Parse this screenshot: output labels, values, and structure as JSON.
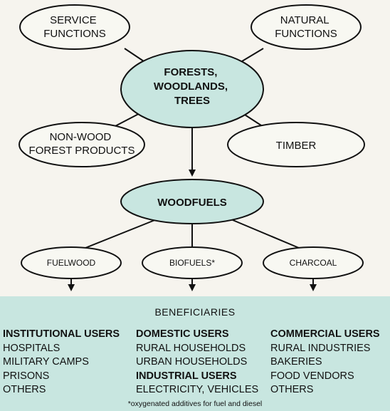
{
  "nodes": {
    "service_functions": [
      "SERVICE",
      "FUNCTIONS"
    ],
    "natural_functions": [
      "NATURAL",
      "FUNCTIONS"
    ],
    "forests": [
      "FORESTS,",
      "WOODLANDS,",
      "TREES"
    ],
    "non_wood": [
      "NON-WOOD",
      "FOREST PRODUCTS"
    ],
    "timber": [
      "TIMBER"
    ],
    "woodfuels": [
      "WOODFUELS"
    ],
    "fuelwood": [
      "FUELWOOD"
    ],
    "biofuels": [
      "BIOFUELS*"
    ],
    "charcoal": [
      "CHARCOAL"
    ]
  },
  "colors": {
    "white_node": "#f8f8f2",
    "teal_node": "#c8e6e0",
    "stroke": "#111111",
    "panel": "#c8e6e0"
  },
  "beneficiaries": {
    "title": "BENEFICIARIES",
    "institutional": {
      "heading": "INSTITUTIONAL USERS",
      "items": [
        "HOSPITALS",
        "MILITARY CAMPS",
        "PRISONS",
        "OTHERS"
      ]
    },
    "domestic": {
      "heading": "DOMESTIC USERS",
      "items": [
        "RURAL HOUSEHOLDS",
        "URBAN HOUSEHOLDS"
      ]
    },
    "industrial": {
      "heading": "INDUSTRIAL USERS",
      "items": [
        "ELECTRICITY, VEHICLES"
      ]
    },
    "commercial": {
      "heading": "COMMERCIAL USERS",
      "items": [
        "RURAL INDUSTRIES",
        "BAKERIES",
        "FOOD VENDORS",
        "OTHERS"
      ]
    },
    "footnote": "*oxygenated additives for fuel and diesel"
  }
}
